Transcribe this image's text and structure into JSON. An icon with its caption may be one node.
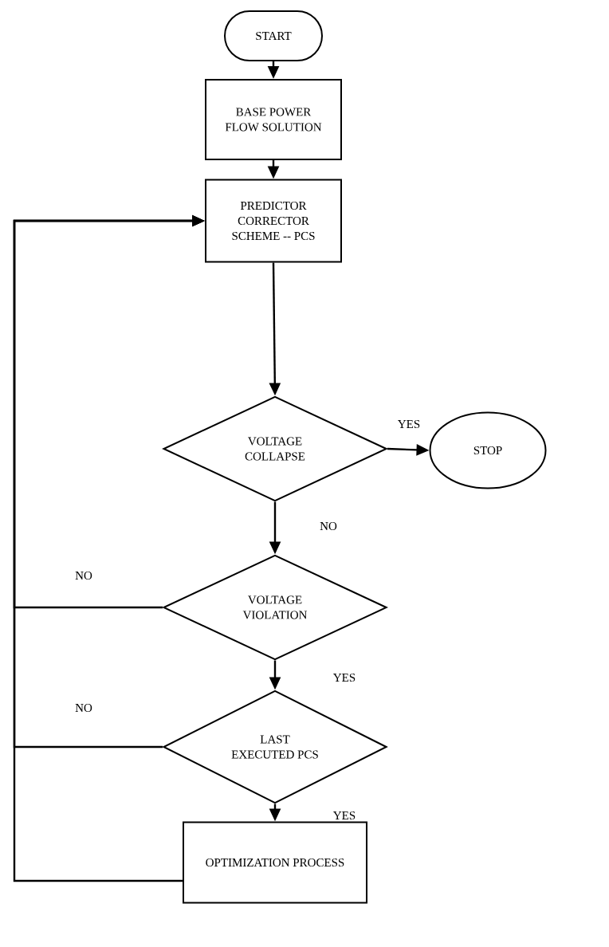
{
  "diagram": {
    "nodes": [
      {
        "text": [
          "START"
        ]
      },
      {
        "text": [
          "BASE POWER FLOW SOLUTION"
        ]
      },
      {
        "text": [
          "PREDICTOR CORRECTOR SCHEME -- PCS"
        ]
      },
      {
        "text": [
          "VOLTAGE COLLAPSE"
        ]
      },
      {
        "text": [
          "STOP"
        ]
      },
      {
        "text": [
          "VOLTAGE VIOLATION"
        ]
      },
      {
        "text": [
          "LAST EXECUTED PCS"
        ]
      },
      {
        "text": [
          "OPTIMIZATION PROCESS"
        ]
      }
    ],
    "edges": [
      {
        "from": 0,
        "to": 1,
        "arrow": "to"
      },
      {
        "from": 1,
        "to": 2,
        "arrow": "to"
      },
      {
        "from": 2,
        "to": 3,
        "arrow": "to"
      },
      {
        "from": 3,
        "to": 4,
        "arrow": "to",
        "label": "YES"
      },
      {
        "from": 3,
        "to": 5,
        "arrow": "to",
        "label": "NO"
      },
      {
        "from": 5,
        "to": 6,
        "arrow": "to",
        "label": "YES"
      },
      {
        "from": 5,
        "to": 2,
        "arrow": "to",
        "label": "NO"
      },
      {
        "from": 6,
        "to": 7,
        "arrow": "to",
        "label": "YES"
      },
      {
        "from": 6,
        "to": 2,
        "arrow": "to",
        "label": "NO"
      },
      {
        "from": 7,
        "to": 2,
        "arrow": "to"
      }
    ]
  }
}
